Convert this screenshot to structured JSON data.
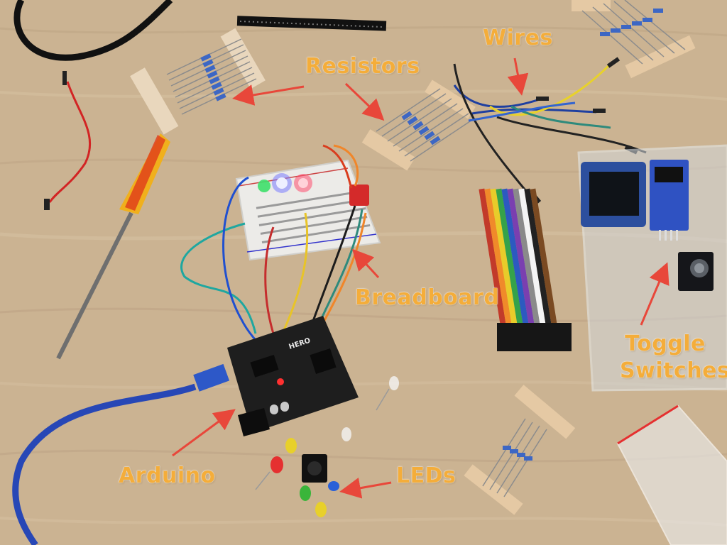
{
  "labels": {
    "resistors": "Resistors",
    "wires": "Wires",
    "breadboard": "Breadboard",
    "toggle_line1": "Toggle",
    "toggle_line2": "Switches",
    "arduino": "Arduino",
    "leds": "LEDs"
  },
  "board_marking": "HERO",
  "colors": {
    "desk": "#cbb392",
    "label": "#f4ad3a",
    "arrow": "#e8473a",
    "usb_cable": "#2747b6",
    "arduino_board": "#1e1e1e"
  },
  "objects": [
    "arduino-board",
    "breadboard",
    "resistor-strips",
    "jumper-wires",
    "ribbon-cable",
    "oled-module",
    "rotary-encoder-module",
    "screwdriver",
    "usb-cable",
    "loose-leds",
    "plastic-bag",
    "pin-header",
    "plastic-case"
  ]
}
